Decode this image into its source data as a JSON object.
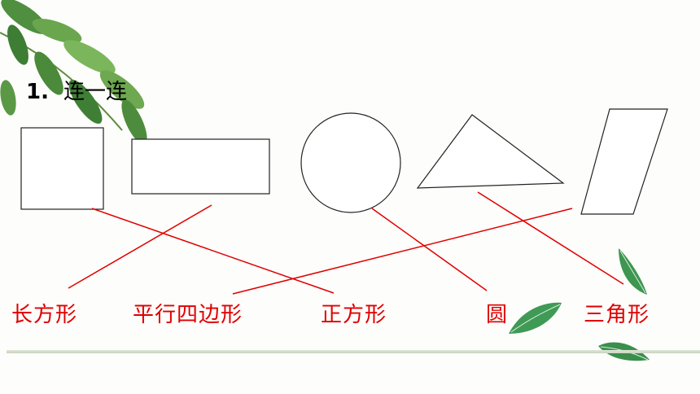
{
  "title": {
    "number": "1.",
    "text": "连一连"
  },
  "labels": {
    "rectangle": "长方形",
    "parallelogram": "平行四边形",
    "square": "正方形",
    "circle": "圆",
    "triangle": "三角形"
  },
  "colors": {
    "answer_line": "#e00000",
    "label": "#e00000",
    "shape_stroke": "#222222",
    "leaf_green": "#3f8a3a"
  }
}
